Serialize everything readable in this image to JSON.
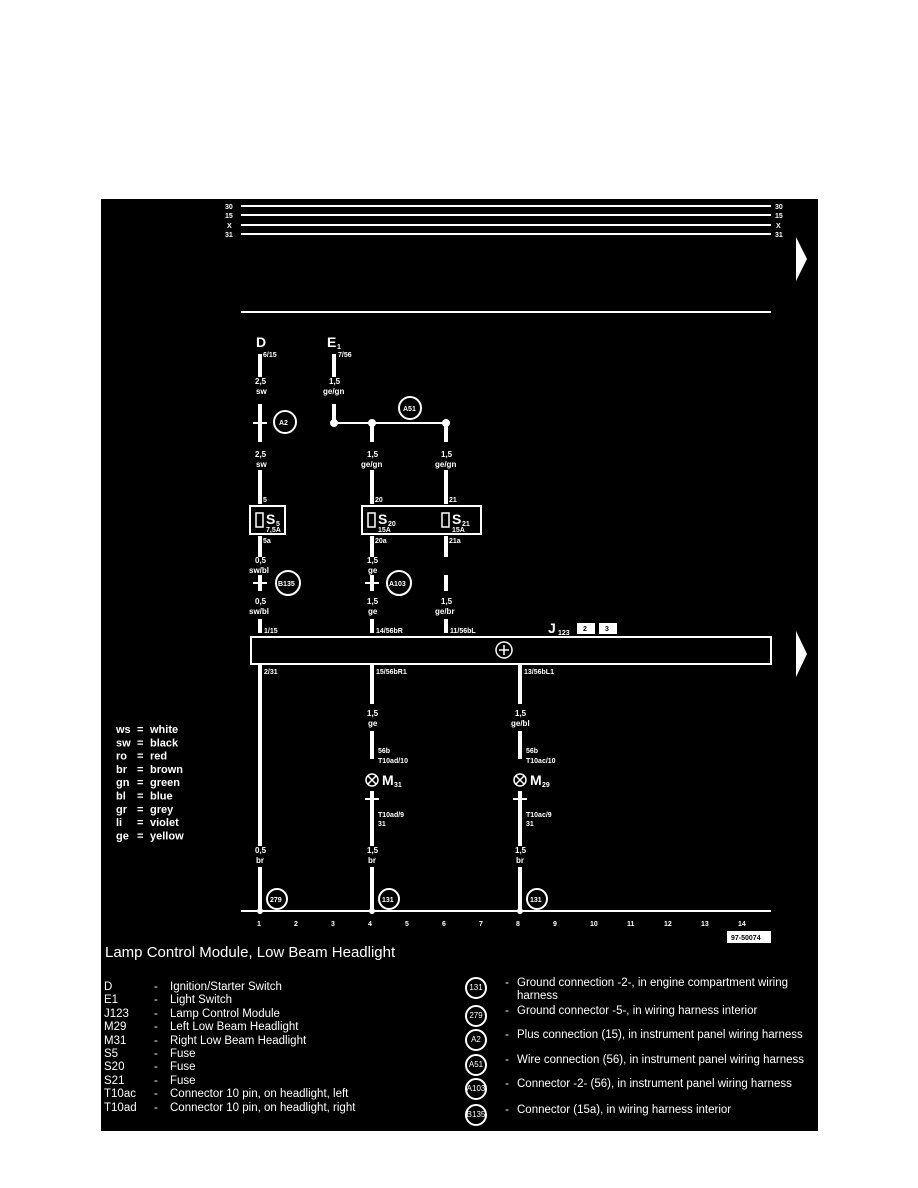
{
  "bus_lines": [
    "30",
    "15",
    "X",
    "31"
  ],
  "components": {
    "d": "D",
    "d_pin": "6/15",
    "e1": "E",
    "e1_sub": "1",
    "e1_pin": "7/56",
    "s5": "S",
    "s5_sub": "5",
    "s5_rating": "7,5A",
    "s5_in": "5",
    "s5_out": "5a",
    "s20": "S",
    "s20_sub": "20",
    "s20_rating": "15A",
    "s20_in": "20",
    "s20_out": "20a",
    "s21": "S",
    "s21_sub": "21",
    "s21_rating": "15A",
    "s21_in": "21",
    "s21_out": "21a",
    "j123": "J",
    "j123_sub": "123",
    "j123_box1": "2",
    "j123_box2": "3",
    "j123_pin_in1": "1/15",
    "j123_pin_in2": "14/56bR",
    "j123_pin_in3": "11/56bL",
    "j123_pin_out1": "2/31",
    "j123_pin_out2": "15/56bR1",
    "j123_pin_out3": "13/56bL1",
    "m31": "M",
    "m31_sub": "31",
    "m29": "M",
    "m29_sub": "29",
    "m31_pin_top": "56b",
    "m31_conn_top": "T10ad/10",
    "m31_pin_bot": "T10ad/9",
    "m31_pin_bot2": "31",
    "m29_pin_top": "56b",
    "m29_conn_top": "T10ac/10",
    "m29_pin_bot": "T10ac/9",
    "m29_pin_bot2": "31"
  },
  "wires": {
    "d_top_size": "2,5",
    "d_top_color": "sw",
    "e1_size": "1,5",
    "e1_color": "ge/gn",
    "d_mid_size": "2,5",
    "d_mid_color": "sw",
    "s20_in_size": "1,5",
    "s20_in_color": "ge/gn",
    "s21_in_size": "1,5",
    "s21_in_color": "ge/gn",
    "s5_out_size": "0,5",
    "s5_out_color": "sw/bl",
    "s20_out_size": "1,5",
    "s20_out_color": "ge",
    "d_low_size": "0,5",
    "d_low_color": "sw/bl",
    "s20_low_size": "1,5",
    "s20_low_color": "ge",
    "s21_low_size": "1,5",
    "s21_low_color": "ge/br",
    "m31_in_size": "1,5",
    "m31_in_color": "ge",
    "m29_in_size": "1,5",
    "m29_in_color": "ge/bl",
    "g1_size": "0,5",
    "g1_color": "br",
    "g4_size": "1,5",
    "g4_color": "br",
    "g8_size": "1,5",
    "g8_color": "br"
  },
  "connections": {
    "a2": "A2",
    "a51": "A51",
    "b135": "B135",
    "a103": "A103",
    "g279": "279",
    "g131a": "131",
    "g131b": "131"
  },
  "color_codes": [
    {
      "code": "ws",
      "name": "white"
    },
    {
      "code": "sw",
      "name": "black"
    },
    {
      "code": "ro",
      "name": "red"
    },
    {
      "code": "br",
      "name": "brown"
    },
    {
      "code": "gn",
      "name": "green"
    },
    {
      "code": "bl",
      "name": "blue"
    },
    {
      "code": "gr",
      "name": "grey"
    },
    {
      "code": "li",
      "name": "violet"
    },
    {
      "code": "ge",
      "name": "yellow"
    }
  ],
  "grid_numbers": [
    "1",
    "2",
    "3",
    "4",
    "5",
    "6",
    "7",
    "8",
    "9",
    "10",
    "11",
    "12",
    "13",
    "14"
  ],
  "diagram_id": "97-50074",
  "title": "Lamp Control Module, Low Beam Headlight",
  "legend_left": [
    {
      "code": "D",
      "dash": "-",
      "desc": "Ignition/Starter Switch"
    },
    {
      "code": "E1",
      "dash": "-",
      "desc": "Light Switch"
    },
    {
      "code": "J123",
      "dash": "-",
      "desc": "Lamp Control Module"
    },
    {
      "code": "M29",
      "dash": "-",
      "desc": "Left Low Beam Headlight"
    },
    {
      "code": "M31",
      "dash": "-",
      "desc": "Right Low Beam Headlight"
    },
    {
      "code": "S5",
      "dash": "-",
      "desc": "Fuse"
    },
    {
      "code": "S20",
      "dash": "-",
      "desc": "Fuse"
    },
    {
      "code": "S21",
      "dash": "-",
      "desc": "Fuse"
    },
    {
      "code": "T10ac",
      "dash": "-",
      "desc": "Connector 10 pin, on headlight, left"
    },
    {
      "code": "T10ad",
      "dash": "-",
      "desc": "Connector 10 pin, on headlight, right"
    }
  ],
  "legend_right": [
    {
      "badge": "131",
      "dash": "-",
      "desc": "Ground connection -2-, in engine compartment wiring harness"
    },
    {
      "badge": "279",
      "dash": "-",
      "desc": "Ground connector -5-, in wiring harness interior"
    },
    {
      "badge": "A2",
      "dash": "-",
      "desc": "Plus connection (15), in instrument panel wiring harness"
    },
    {
      "badge": "A51",
      "dash": "-",
      "desc": "Wire connection (56), in instrument panel wiring harness"
    },
    {
      "badge": "A103",
      "dash": "-",
      "desc": "Connector -2- (56), in instrument panel wiring harness"
    },
    {
      "badge": "B135",
      "dash": "-",
      "desc": "Connector (15a), in wiring harness interior"
    }
  ]
}
